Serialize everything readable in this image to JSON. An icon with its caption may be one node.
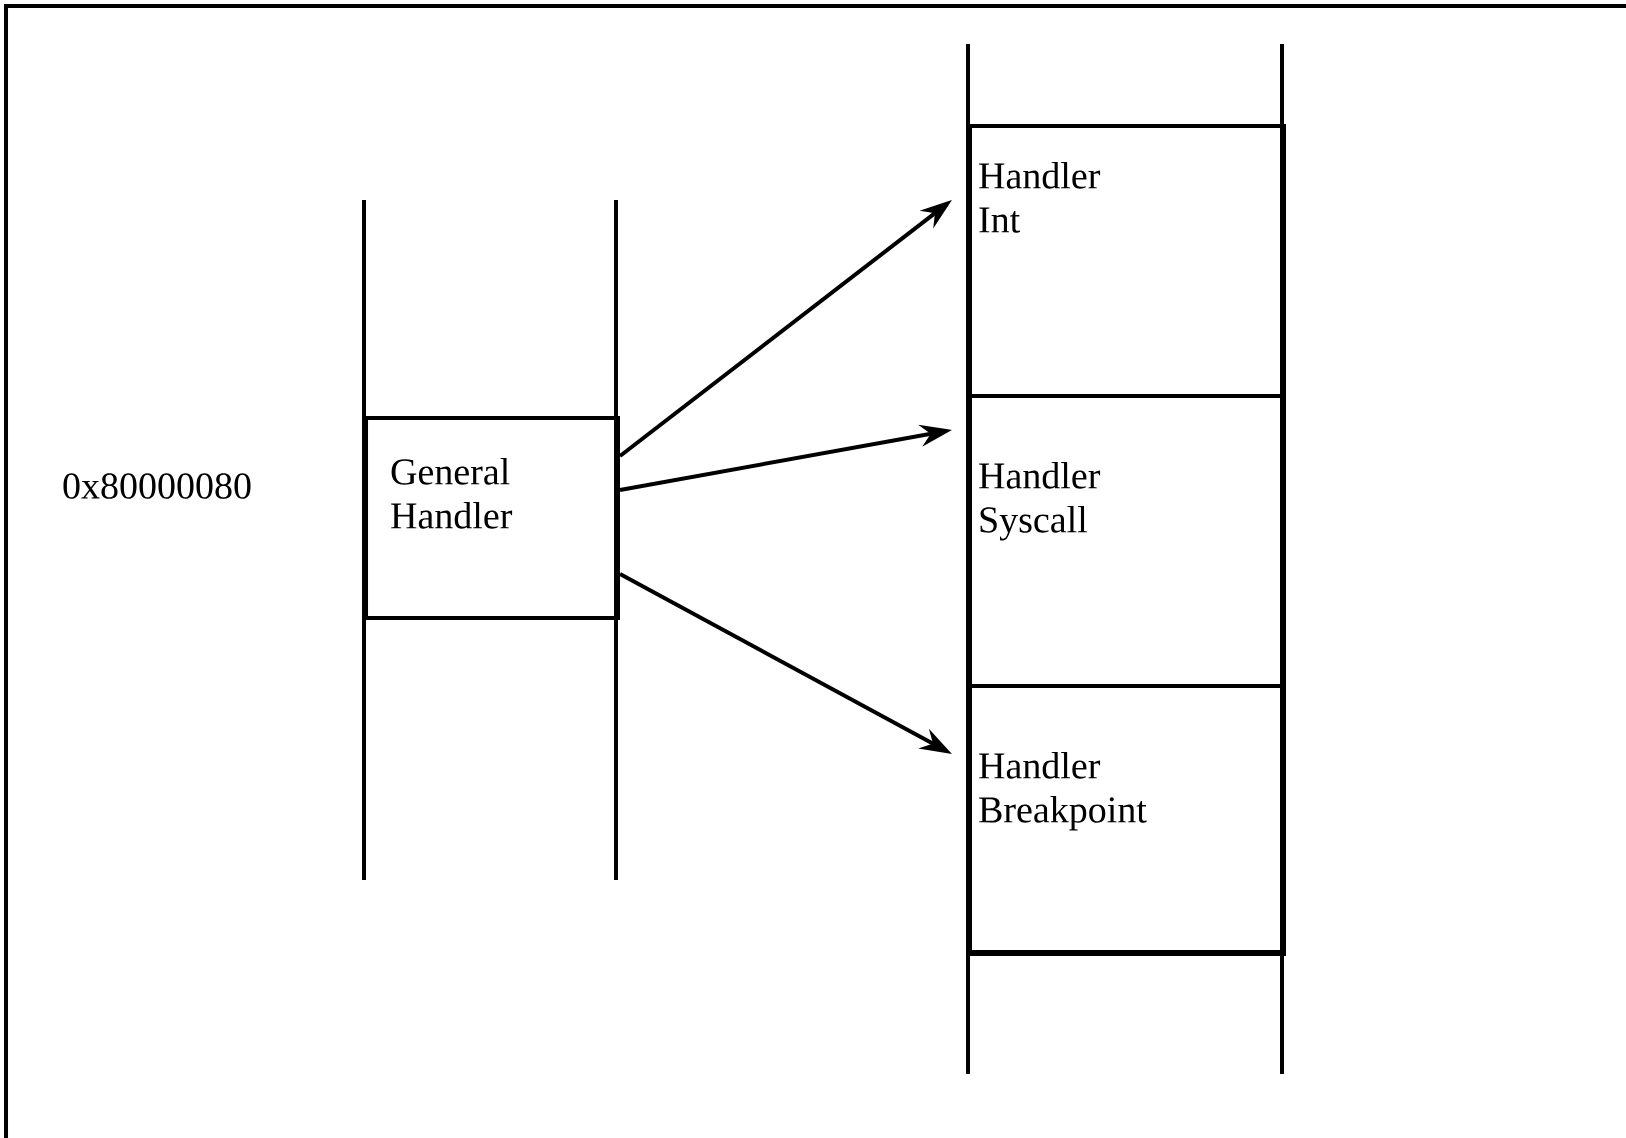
{
  "diagram": {
    "nodes": [
      {
        "text": [
          "General Handler"
        ]
      },
      {
        "text": [
          "Handler Int"
        ]
      },
      {
        "text": [
          "Handler Syscall"
        ]
      },
      {
        "text": [
          "Handler Breakpoint"
        ]
      }
    ],
    "edges": [
      {
        "from": 0,
        "to": 1,
        "arrow": "to"
      },
      {
        "from": 0,
        "to": 2,
        "arrow": "to"
      },
      {
        "from": 0,
        "to": 3,
        "arrow": "to"
      }
    ],
    "labels": [
      "0x80000080"
    ]
  }
}
